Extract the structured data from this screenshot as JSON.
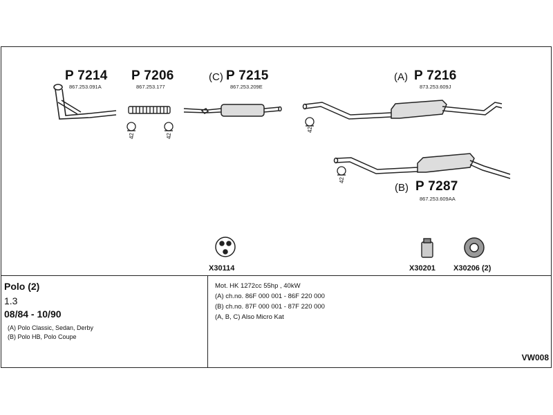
{
  "parts": [
    {
      "number": "P 7214",
      "variant": "",
      "ref": "867.253.091A"
    },
    {
      "number": "P 7206",
      "variant": "",
      "ref": "867.253.177"
    },
    {
      "number": "P 7215",
      "variant": "(C)",
      "ref": "867.253.209E"
    },
    {
      "number": "P 7216",
      "variant": "(A)",
      "ref": "873.253.609J"
    },
    {
      "number": "P 7287",
      "variant": "(B)",
      "ref": "867.253.609AA"
    }
  ],
  "clamp_label": "42",
  "accessories": [
    "X30114",
    "X30201",
    "X30206 (2)"
  ],
  "vehicle": {
    "model": "Polo (2)",
    "engine": "1.3",
    "years": "08/84 - 10/90",
    "notes": [
      "(A) Polo Classic, Sedan, Derby",
      "(B) Polo HB, Polo Coupe"
    ]
  },
  "specs": [
    "Mot. HK 1272cc 55hp , 40kW",
    "(A) ch.no. 86F 000 001 - 86F 220 000",
    "(B) ch.no. 87F 000 001 - 87F 220 000",
    "(A, B, C) Also Micro Kat"
  ],
  "diagram_code": "VW008"
}
